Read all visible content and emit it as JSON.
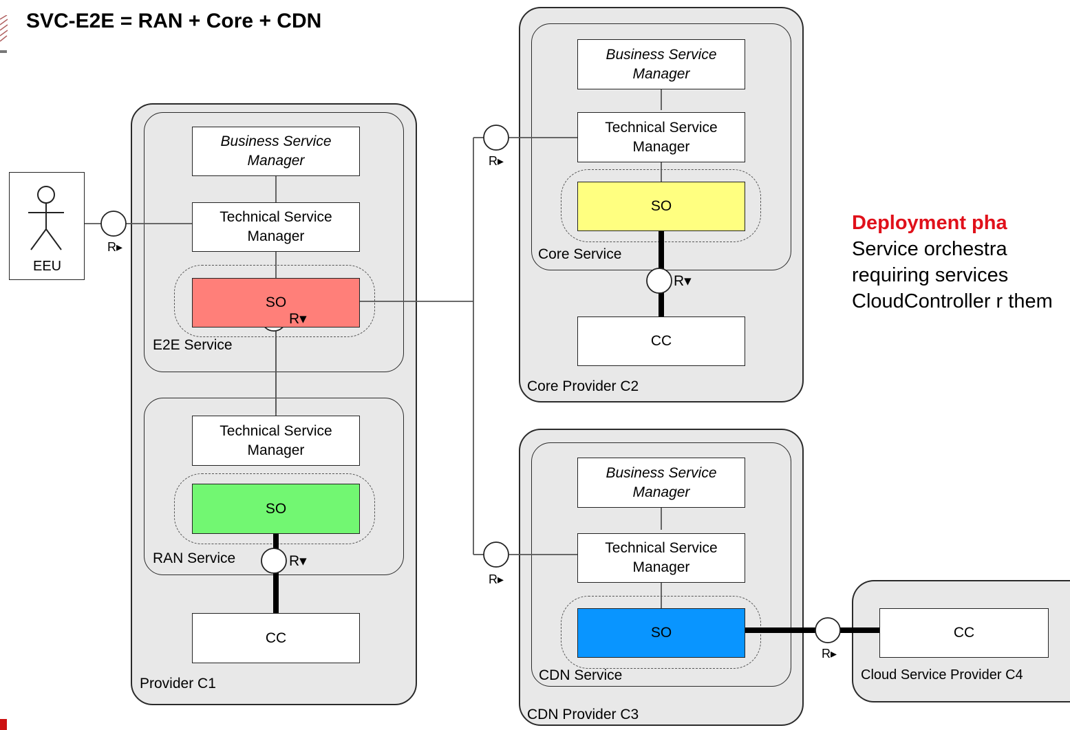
{
  "title": "SVC-E2E = RAN + Core + CDN",
  "colors": {
    "e2e_so": "#ff7f79",
    "ran_so": "#72f772",
    "core_so": "#ffff80",
    "cdn_so": "#0995ff"
  },
  "eeu": {
    "label": "EEU"
  },
  "provider_c1": {
    "label": "Provider C1",
    "e2e_service": {
      "label": "E2E Service",
      "bsm": "Business Service Manager",
      "tsm": "Technical Service Manager",
      "so": "SO"
    },
    "ran_service": {
      "label": "RAN Service",
      "tsm": "Technical Service Manager",
      "so": "SO"
    },
    "cc": "CC"
  },
  "core_provider_c2": {
    "label": "Core Provider C2",
    "core_service": {
      "label": "Core Service",
      "bsm": "Business Service Manager",
      "tsm": "Technical Service Manager",
      "so": "SO"
    },
    "cc": "CC"
  },
  "cdn_provider_c3": {
    "label": "CDN Provider C3",
    "cdn_service": {
      "label": "CDN Service",
      "bsm": "Business Service Manager",
      "tsm": "Technical Service Manager",
      "so": "SO"
    }
  },
  "cloud_provider_c4": {
    "label": "Cloud Service Provider C4",
    "cc": "CC"
  },
  "interfaces": {
    "right": "R▸",
    "down": "R▾"
  },
  "deployment": {
    "heading": "Deployment pha",
    "body": "Service orchestra requiring services CloudController r them"
  }
}
